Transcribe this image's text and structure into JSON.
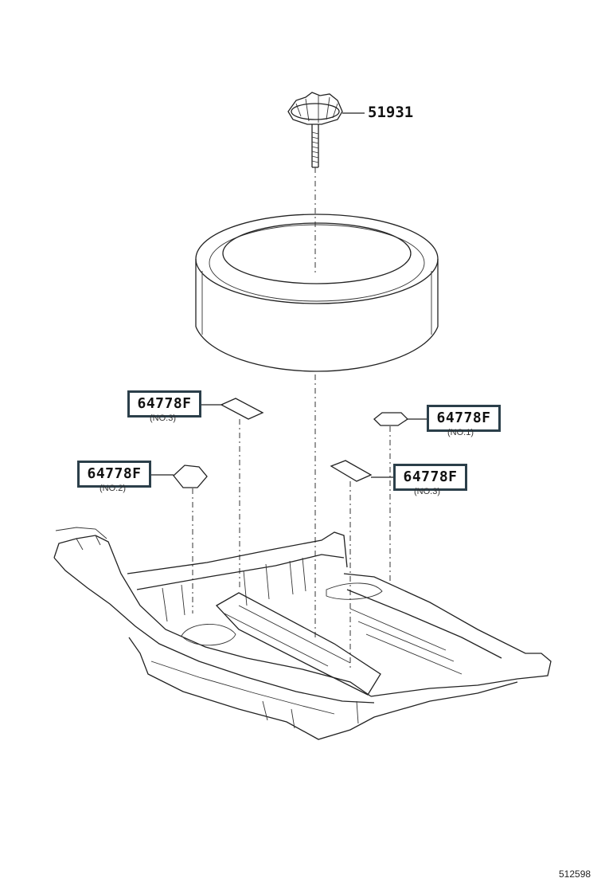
{
  "parts": {
    "spare_wheel_hold_down_bolt": {
      "number": "51931"
    },
    "hole_plug_top_left": {
      "number": "64778F",
      "note": "(NO.3)"
    },
    "hole_plug_top_right": {
      "number": "64778F",
      "note": "(NO.1)"
    },
    "hole_plug_left": {
      "number": "64778F",
      "note": "(NO.2)"
    },
    "hole_plug_right": {
      "number": "64778F",
      "note": "(NO.3)"
    }
  },
  "diagram_id": "512598",
  "colors": {
    "callout_border": "#2b3f4a",
    "line": "#222222"
  },
  "icons": {
    "bolt": "hold-down-bolt-icon",
    "tire": "spare-tire-icon",
    "floor": "rear-floor-pan-icon"
  }
}
